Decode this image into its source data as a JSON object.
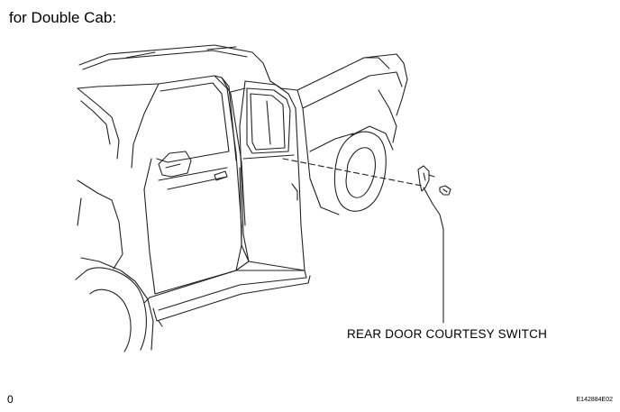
{
  "caption": "for Double Cab:",
  "callout": {
    "label": "REAR DOOR COURTESY SWITCH",
    "icon": "courtesy-switch-icon"
  },
  "page_mark": "0",
  "figure_code": "E142884E02"
}
